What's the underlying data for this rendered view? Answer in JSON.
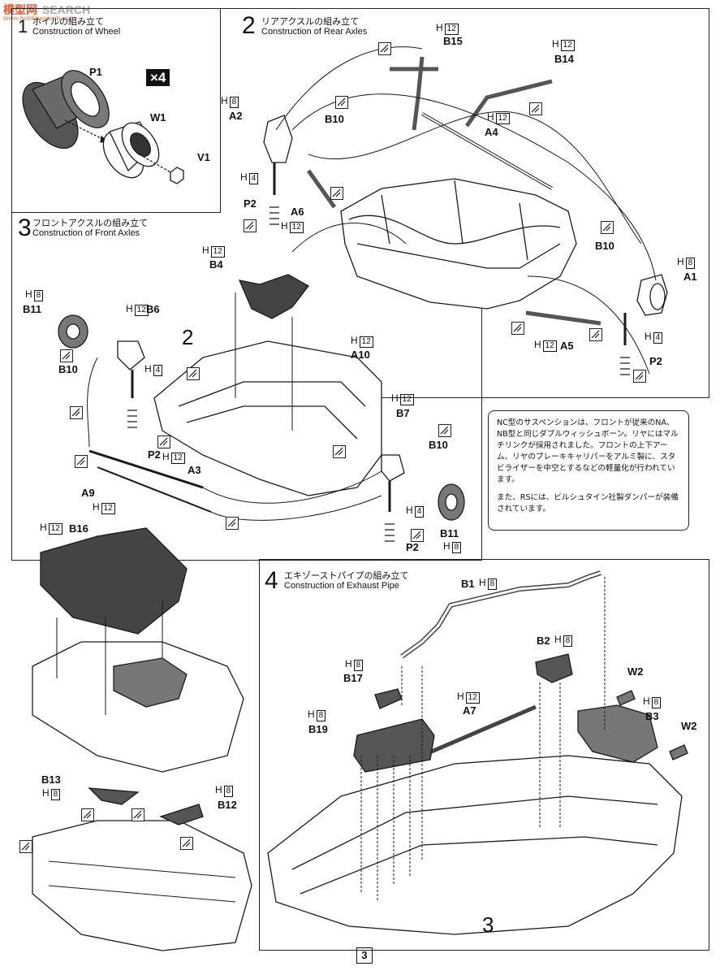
{
  "watermark": {
    "brand": "模型网",
    "site": "SEARCH",
    "sub": "www.hobbysearch.com"
  },
  "page_number": "3",
  "steps": {
    "s1": {
      "num": "1",
      "jp": "ホイルの組み立て",
      "en": "Construction of Wheel",
      "multiplier": "×4"
    },
    "s2": {
      "num": "2",
      "jp": "リアアクスルの組み立て",
      "en": "Construction of Rear Axles"
    },
    "s3": {
      "num": "3",
      "jp": "フロントアクスルの組み立て",
      "en": "Construction of Front Axles"
    },
    "s4": {
      "num": "4",
      "jp": "エキゾーストパイプの組み立て",
      "en": "Construction of Exhaust Pipe"
    }
  },
  "sub_refs": {
    "ref2": "2",
    "ref3": "3"
  },
  "parts": {
    "P1": "P1",
    "W1": "W1",
    "V1": "V1",
    "B15": "B15",
    "B14": "B14",
    "A2": "A2",
    "B10a": "B10",
    "A4": "A4",
    "A6": "A6",
    "P2a": "P2",
    "B10b": "B10",
    "A1": "A1",
    "A5": "A5",
    "P2b": "P2",
    "B4": "B4",
    "B11a": "B11",
    "B6": "B6",
    "B10c": "B10",
    "A10": "A10",
    "B7": "B7",
    "B10d": "B10",
    "P2c": "P2",
    "A3": "A3",
    "A9": "A9",
    "B11b": "B11",
    "P2d": "P2",
    "B16": "B16",
    "B13": "B13",
    "B12": "B12",
    "B1": "B1",
    "B2": "B2",
    "B17": "B17",
    "A7": "A7",
    "W2a": "W2",
    "B3": "B3",
    "B19": "B19",
    "W2b": "W2"
  },
  "hardness": {
    "h_B15": "12",
    "h_B14": "12",
    "h_A2": "8",
    "h_A4": "12",
    "h_A6_top": "4",
    "h_A6": "12",
    "h_A1": "8",
    "h_A5": "12",
    "h_A1_lower": "4",
    "h_B4": "12",
    "h_B11a": "8",
    "h_B6": "12",
    "h_P2c": "4",
    "h_A10": "12",
    "h_B7": "12",
    "h_A3": "12",
    "h_A9": "12",
    "h_B7_lower": "4",
    "h_B11b": "8",
    "h_B16": "12",
    "h_B13": "8",
    "h_B12": "8",
    "h_B1": "8",
    "h_B2": "8",
    "h_B17": "8",
    "h_A7": "12",
    "h_B3": "8",
    "h_B19": "8"
  },
  "h_prefix": "H",
  "note": {
    "p1": "NC型のサスペンションは、フロントが従来のNA、NB型と同じダブルウィッシュボーン。リヤにはマルチリンクが採用されました。フロントの上下アーム、リヤのブレーキキャリパーをアルミ製に、スタビライザーを中空とするなどの軽量化が行われています。",
    "p2": "また、RSには、ビルシュタイン社製ダンパーが装備されています。"
  }
}
